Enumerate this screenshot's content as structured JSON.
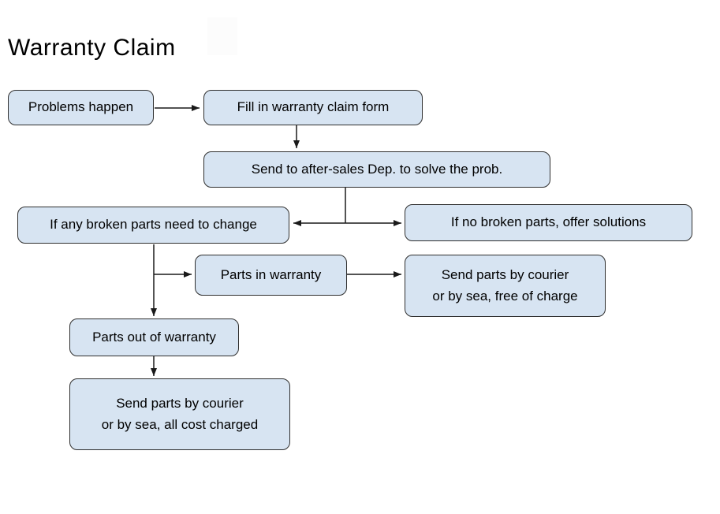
{
  "page": {
    "title": "Warranty Claim",
    "background_color": "#ffffff"
  },
  "diagram": {
    "node_fill_color": "#d7e4f2",
    "node_border_color": "#2f2f2f",
    "text_color": "#000000",
    "arrow_color": "#1a1a1a",
    "nodes": [
      {
        "id": "problems-happen",
        "label": "Problems happen"
      },
      {
        "id": "fill-form",
        "label": "Fill in warranty claim form"
      },
      {
        "id": "send-after-sales",
        "label": "Send to after-sales Dep. to solve the prob."
      },
      {
        "id": "broken-parts",
        "label": "If any broken parts need to change"
      },
      {
        "id": "no-broken-parts",
        "label": "If no broken parts, offer solutions"
      },
      {
        "id": "parts-in-warranty",
        "label": "Parts in warranty"
      },
      {
        "id": "send-free",
        "label": "Send parts by courier\nor by sea, free of charge"
      },
      {
        "id": "parts-out-warranty",
        "label": "Parts out of warranty"
      },
      {
        "id": "send-charged",
        "label": "Send parts by courier\nor by sea, all cost charged"
      }
    ],
    "edges": [
      {
        "from": "problems-happen",
        "to": "fill-form"
      },
      {
        "from": "fill-form",
        "to": "send-after-sales"
      },
      {
        "from": "send-after-sales",
        "to": "broken-parts"
      },
      {
        "from": "send-after-sales",
        "to": "no-broken-parts"
      },
      {
        "from": "broken-parts",
        "to": "parts-in-warranty"
      },
      {
        "from": "broken-parts",
        "to": "parts-out-warranty"
      },
      {
        "from": "parts-in-warranty",
        "to": "send-free"
      },
      {
        "from": "parts-out-warranty",
        "to": "send-charged"
      }
    ]
  }
}
